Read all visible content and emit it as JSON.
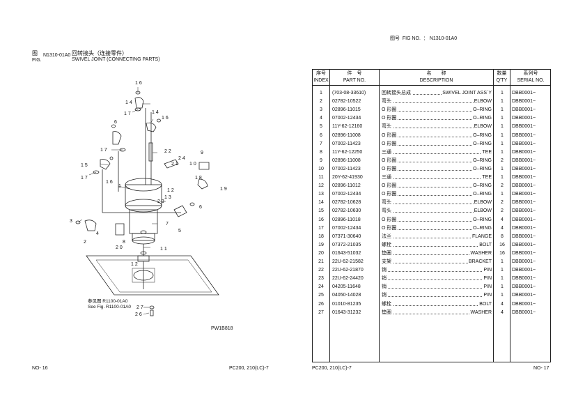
{
  "left_page": {
    "fig_zh_prefix": "图",
    "fig_label": "FIG.",
    "fig_no": "N1310-01A0",
    "title_zh": "回转接头（连接零件）",
    "title_en": "SWIVEL JOINT (CONNECTING PARTS)",
    "ref_zh": "参见图 R1100-01A0",
    "ref_en": "See Fig. R1100-01A0",
    "drawing_code": "PW1B818",
    "callouts": [
      "16",
      "14",
      "17",
      "14",
      "6",
      "16",
      "17",
      "22",
      "24",
      "21",
      "9",
      "10",
      "18",
      "15",
      "17",
      "16",
      "19",
      "1",
      "12",
      "13",
      "23",
      "6",
      "3",
      "4",
      "5",
      "7",
      "2",
      "8",
      "20",
      "11",
      "12",
      "27",
      "26"
    ],
    "footer_page": "NO- 16",
    "footer_model": "PC200, 210(LC)-7"
  },
  "right_page": {
    "fig_zh": "图号",
    "fig_label": "FIG NO.",
    "fig_no": "N1310-01A0",
    "headers": {
      "index_zh": "序号",
      "index_en": "INDEX",
      "part_zh": "件　号",
      "part_en": "PART NO.",
      "desc_zh": "名　　称",
      "desc_en": "DESCRIPTION",
      "qty_zh": "数量",
      "qty_en": "Q'TY",
      "serial_zh": "系列号",
      "serial_en": "SERIAL NO."
    },
    "rows": [
      {
        "index": "1",
        "part": "(703-08-33610)",
        "zh": "回转接头总成",
        "en": "SWIVEL JOINT ASS`Y",
        "qty": "1",
        "serial": "DBB0001~"
      },
      {
        "index": "2",
        "part": "02782-10522",
        "zh": "弯头",
        "en": "ELBOW",
        "qty": "1",
        "serial": "DBB0001~"
      },
      {
        "index": "3",
        "part": "02896-11015",
        "zh": "O 形圈",
        "en": "O–RING",
        "qty": "1",
        "serial": "DBB0001~"
      },
      {
        "index": "4",
        "part": "07002-12434",
        "zh": "O 形圈",
        "en": "O–RING",
        "qty": "1",
        "serial": "DBB0001~"
      },
      {
        "index": "5",
        "part": "11Y-62-12160",
        "zh": "弯头",
        "en": "ELBOW",
        "qty": "1",
        "serial": "DBB0001~"
      },
      {
        "index": "6",
        "part": "02896-11008",
        "zh": "O 形圈",
        "en": "O–RING",
        "qty": "1",
        "serial": "DBB0001~"
      },
      {
        "index": "7",
        "part": "07002-11423",
        "zh": "O 形圈",
        "en": "O–RING",
        "qty": "1",
        "serial": "DBB0001~"
      },
      {
        "index": "8",
        "part": "11Y-62-12250",
        "zh": "三通",
        "en": "TEE",
        "qty": "1",
        "serial": "DBB0001~"
      },
      {
        "index": "9",
        "part": "02896-11008",
        "zh": "O 形圈",
        "en": "O–RING",
        "qty": "2",
        "serial": "DBB0001~"
      },
      {
        "index": "10",
        "part": "07002-11423",
        "zh": "O 形圈",
        "en": "O–RING",
        "qty": "1",
        "serial": "DBB0001~"
      },
      {
        "index": "11",
        "part": "20Y-62-41930",
        "zh": "三通",
        "en": "TEE",
        "qty": "1",
        "serial": "DBB0001~"
      },
      {
        "index": "12",
        "part": "02896-11012",
        "zh": "O 形圈",
        "en": "O–RING",
        "qty": "2",
        "serial": "DBB0001~"
      },
      {
        "index": "13",
        "part": "07002-12434",
        "zh": "O 形圈",
        "en": "O–RING",
        "qty": "1",
        "serial": "DBB0001~"
      },
      {
        "index": "14",
        "part": "02782-10628",
        "zh": "弯头",
        "en": "ELBOW",
        "qty": "2",
        "serial": "DBB0001~"
      },
      {
        "index": "15",
        "part": "02782-10630",
        "zh": "弯头",
        "en": "ELBOW",
        "qty": "2",
        "serial": "DBB0001~"
      },
      {
        "index": "16",
        "part": "02896-11018",
        "zh": "O 形圈",
        "en": "O–RING",
        "qty": "4",
        "serial": "DBB0001~"
      },
      {
        "index": "17",
        "part": "07002-12434",
        "zh": "O 形圈",
        "en": "O–RING",
        "qty": "4",
        "serial": "DBB0001~"
      },
      {
        "index": "18",
        "part": "07371-30640",
        "zh": "法兰",
        "en": "FLANGE",
        "qty": "8",
        "serial": "DBB0001~"
      },
      {
        "index": "19",
        "part": "07372-21035",
        "zh": "螺栓",
        "en": "BOLT",
        "qty": "16",
        "serial": "DBB0001~"
      },
      {
        "index": "20",
        "part": "01643-51032",
        "zh": "垫圈",
        "en": "WASHER",
        "qty": "16",
        "serial": "DBB0001~"
      },
      {
        "index": "21",
        "part": "22U-62-21582",
        "zh": "支架",
        "en": "BRACKET",
        "qty": "1",
        "serial": "DBB0001~"
      },
      {
        "index": "22",
        "part": "22U-62-21870",
        "zh": "销",
        "en": "PIN",
        "qty": "1",
        "serial": "DBB0001~"
      },
      {
        "index": "23",
        "part": "22U-62-24420",
        "zh": "销",
        "en": "PIN",
        "qty": "1",
        "serial": "DBB0001~"
      },
      {
        "index": "24",
        "part": "04205-11648",
        "zh": "销",
        "en": "PIN",
        "qty": "1",
        "serial": "DBB0001~"
      },
      {
        "index": "25",
        "part": "04050-14028",
        "zh": "销",
        "en": "PIN",
        "qty": "1",
        "serial": "DBB0001~"
      },
      {
        "index": "26",
        "part": "01010-81235",
        "zh": "螺栓",
        "en": "BOLT",
        "qty": "4",
        "serial": "DBB0001~"
      },
      {
        "index": "27",
        "part": "01643-31232",
        "zh": "垫圈",
        "en": "WASHER",
        "qty": "4",
        "serial": "DBB0001~"
      }
    ],
    "footer_model": "PC200, 210(LC)-7",
    "footer_page": "NO- 17"
  }
}
